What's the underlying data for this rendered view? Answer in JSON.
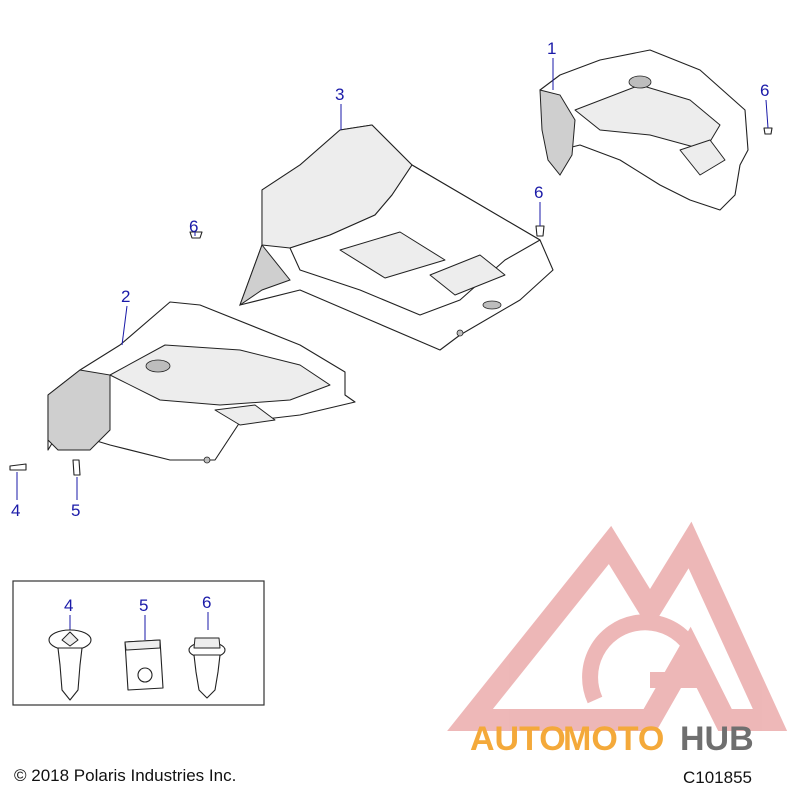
{
  "callouts": {
    "c1": "1",
    "c2": "2",
    "c3": "3",
    "c4": "4",
    "c5": "5",
    "c6a": "6",
    "c6b": "6",
    "c6c": "6",
    "inset4": "4",
    "inset5": "5",
    "inset6": "6"
  },
  "footer": {
    "copyright": "© 2018 Polaris Industries Inc.",
    "diagram_code": "C101855"
  },
  "watermark": {
    "text_part1": "AUTOMOTO",
    "text_part2": "HUB",
    "colors": {
      "red": "#e0483f",
      "orange": "#f4a93a",
      "gray": "#6f6f6f"
    }
  },
  "colors": {
    "callout": "#1a1aa8"
  }
}
